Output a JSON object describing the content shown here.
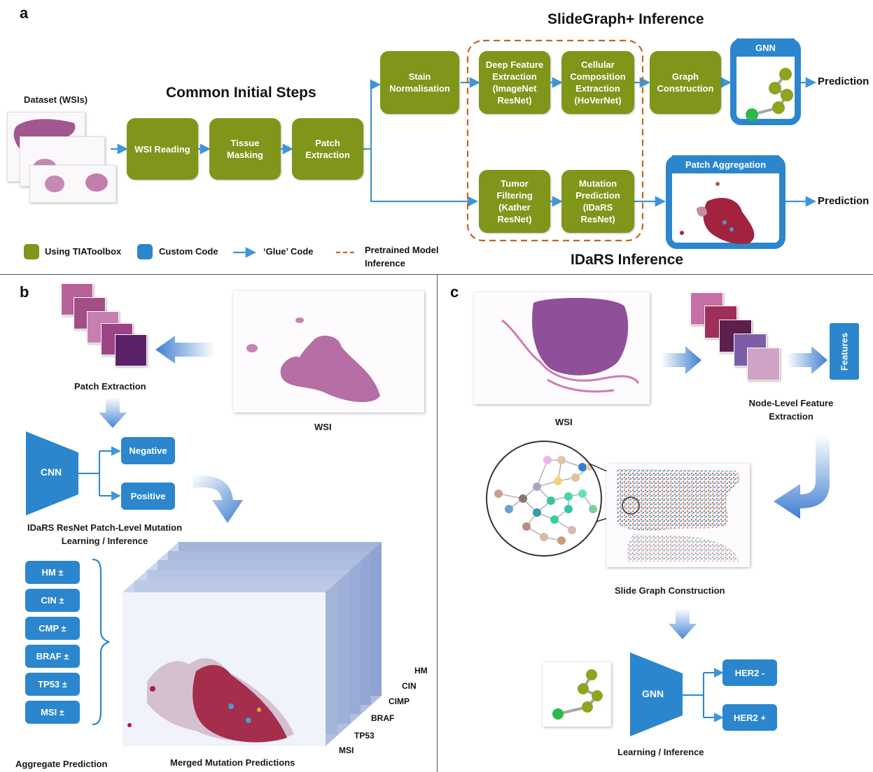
{
  "panel_a": {
    "letter": "a",
    "title_top": "SlideGraph+ Inference",
    "title_common": "Common Initial Steps",
    "title_bottom": "IDaRS Inference",
    "dataset_label": "Dataset (WSIs)",
    "steps": {
      "wsi_reading": "WSI Reading",
      "tissue_masking": "Tissue Masking",
      "patch_extraction": "Patch Extraction",
      "stain_normalisation": "Stain Normalisation",
      "deep_feature": "Deep Feature Extraction (ImageNet ResNet)",
      "cellular_composition": "Cellular Composition Extraction (HoVerNet)",
      "graph_construction": "Graph Construction",
      "tumor_filtering": "Tumor Filtering (Kather ResNet)",
      "mutation_prediction": "Mutation Prediction (IDaRS ResNet)"
    },
    "gnn_label": "GNN",
    "patch_aggregation_label": "Patch Aggregation",
    "prediction_top": "Prediction",
    "prediction_bottom": "Prediction",
    "legend": {
      "tiatoolbox": "Using TIAToolbox",
      "custom": "Custom Code",
      "glue": "‘Glue’ Code",
      "pretrained": "Pretrained Model Inference"
    }
  },
  "panel_b": {
    "letter": "b",
    "patch_extraction": "Patch Extraction",
    "wsi": "WSI",
    "cnn": "CNN",
    "negative": "Negative",
    "positive": "Positive",
    "idars_caption": "IDaRS ResNet Patch-Level Mutation Learning / Inference",
    "mutations": [
      "HM ±",
      "CIN ±",
      "CMP ±",
      "BRAF ±",
      "TP53 ±",
      "MSI ±"
    ],
    "stack_labels": [
      "HM",
      "CIN",
      "CIMP",
      "BRAF",
      "TP53",
      "MSI"
    ],
    "aggregate": "Aggregate Prediction",
    "merged": "Merged Mutation Predictions"
  },
  "panel_c": {
    "letter": "c",
    "wsi": "WSI",
    "features": "Features",
    "node_level": "Node-Level Feature Extraction",
    "slide_graph": "Slide Graph Construction",
    "gnn": "GNN",
    "her2_neg": "HER2 -",
    "her2_pos": "HER2 +",
    "learning": "Learning / Inference"
  },
  "colors": {
    "tiatoolbox_green": "#7f961a",
    "custom_blue": "#2b86cd",
    "glue_arrow": "#3f95d8",
    "pretrained_dashed": "#c8651b",
    "graph_green": "#8fa31f",
    "graph_node_green": "#2db84a"
  }
}
